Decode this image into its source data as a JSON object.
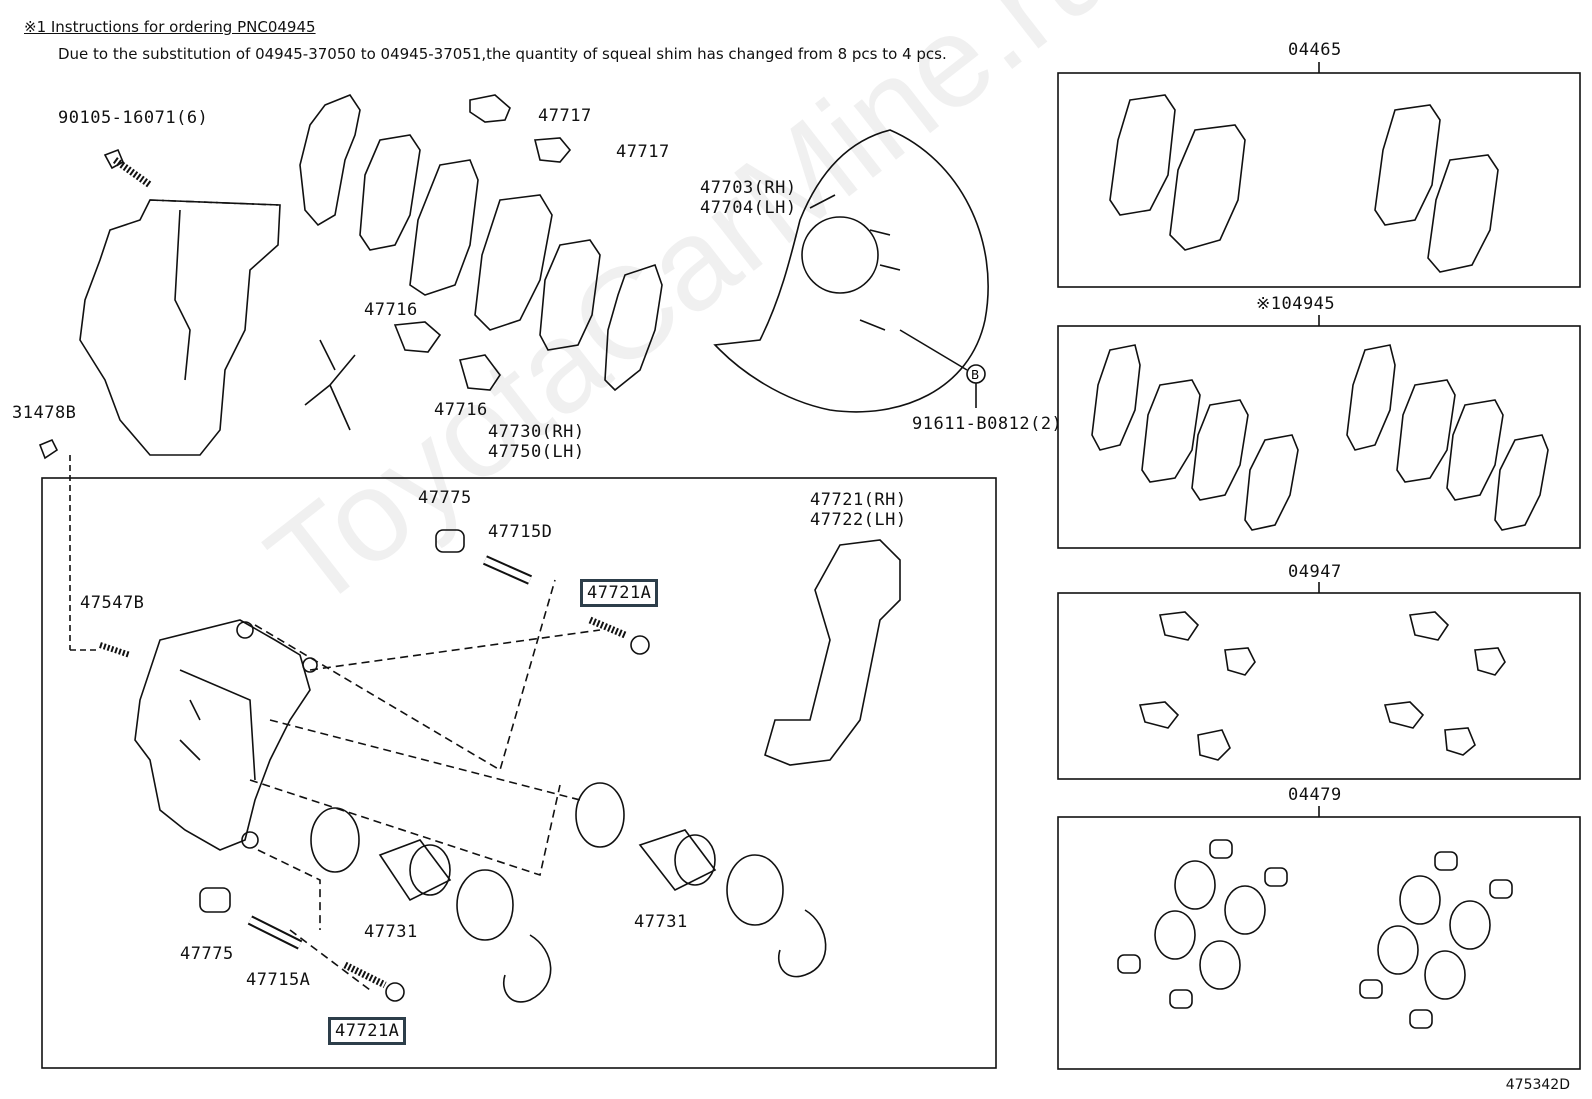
{
  "note": {
    "title": "※1 Instructions for ordering PNC04945",
    "body": "Due to the substitution of 04945-37050 to 04945-37051,the quantity of squeal shim has changed from 8 pcs to 4 pcs."
  },
  "labels": {
    "bolt_top": "90105-16071(6)",
    "shim_47717_a": "47717",
    "shim_47717_b": "47717",
    "dust_cover_rh": "47703(RH)",
    "dust_cover_lh": "47704(LH)",
    "shim_47716_a": "47716",
    "shim_47716_b": "47716",
    "screw_b": "91611-B0812(2)",
    "callout_b": "B",
    "cap_31478b": "31478B",
    "caliper_rh": "47730(RH)",
    "caliper_lh": "47750(LH)",
    "boot_47775_top": "47775",
    "pin_47715d": "47715D",
    "mount_rh": "47721(RH)",
    "mount_lh": "47722(LH)",
    "bolt_47721a_top": "47721A",
    "bleeder_47547b": "47547B",
    "piston_47731_a": "47731",
    "piston_47731_b": "47731",
    "boot_47775_bottom": "47775",
    "pin_47715a": "47715A",
    "bolt_47721a_bottom": "47721A"
  },
  "kits": {
    "pads": "04465",
    "shim_kit": "※104945",
    "fitting_kit": "04947",
    "cylinder_kit": "04479"
  },
  "watermark": "ToyotaCarMine.ru",
  "figure_ref": "475342D"
}
